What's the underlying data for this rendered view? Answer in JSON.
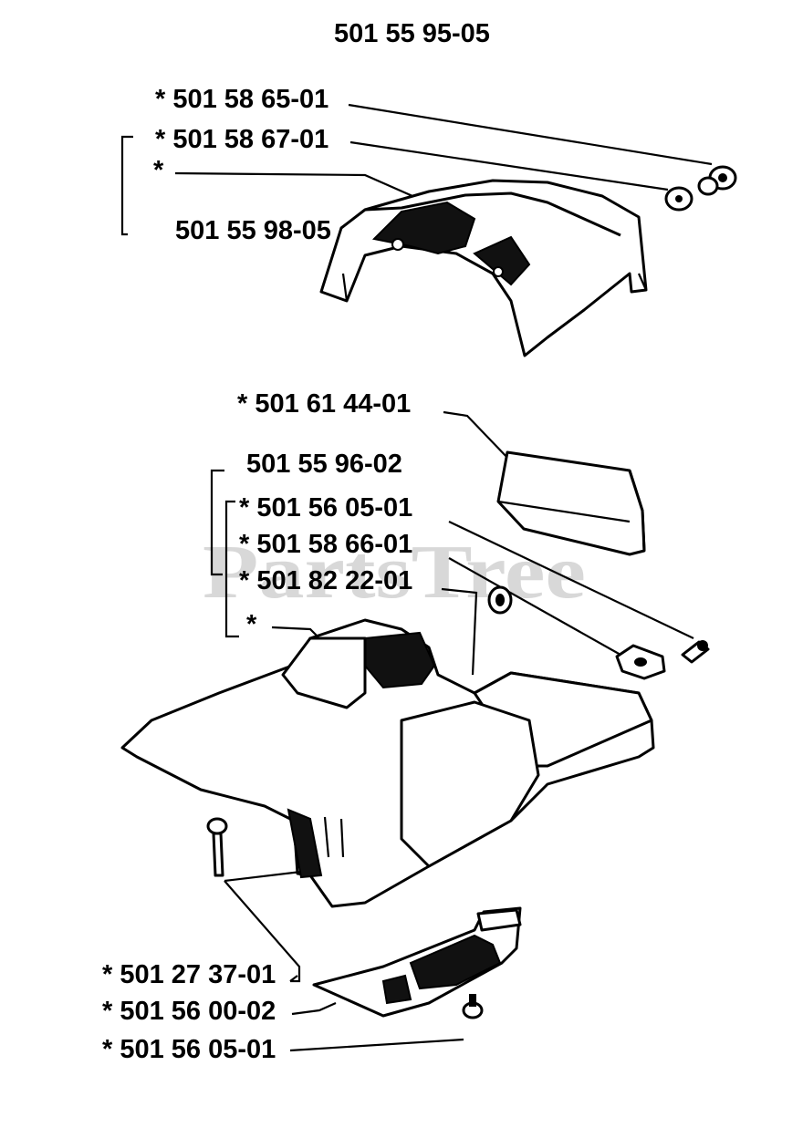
{
  "title": "501 55 95-05",
  "watermark": "PartsTree",
  "labels": {
    "top_1": "* 501 58 65-01",
    "top_2": "* 501 58 67-01",
    "top_3": "*",
    "top_assembly": "501 55 98-05",
    "mid_1": "* 501 61 44-01",
    "mid_assembly": "501 55 96-02",
    "mid_2": "* 501 56 05-01",
    "mid_3": "* 501 58 66-01",
    "mid_4": "* 501 82 22-01",
    "mid_5": "*",
    "bot_1": "* 501 27 37-01",
    "bot_2": "* 501 56 00-02",
    "bot_3": "* 501 56 05-01"
  }
}
